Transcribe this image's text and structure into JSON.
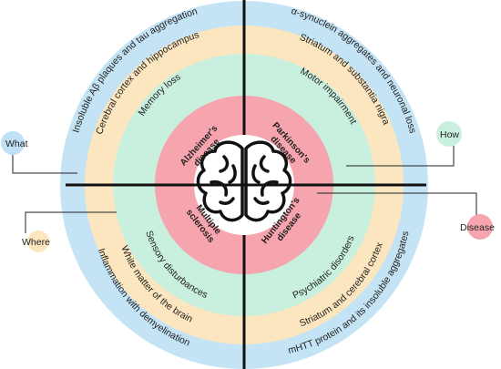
{
  "colors": {
    "outer": "#c4e3f5",
    "ring2": "#fbe6bf",
    "ring3": "#c9f0de",
    "core": "#f6a4ad",
    "center": "#ffffff",
    "divider": "#111111",
    "what_bubble": "#bfe1f6",
    "how_bubble": "#c9f0de",
    "where_bubble": "#fbe6bf",
    "disease_bubble": "#f6a4ad"
  },
  "icons": {
    "center": "brain-icon"
  },
  "side_labels": {
    "what": "What",
    "how": "How",
    "where": "Where",
    "disease": "Disease"
  },
  "quadrants": {
    "alzheimers": {
      "disease": "Alzheimer's disease",
      "what": "Insoluble Aβ plaques and tau aggregation",
      "where": "Cerebral cortex and hippocampus",
      "how": "Memory loss"
    },
    "parkinsons": {
      "disease": "Parkinson's disease",
      "what": "α-synuclein aggregates and neuronal loss",
      "where": "Striatum and substantia nigra",
      "how": "Motor impairment"
    },
    "ms": {
      "disease": "Multiple sclerosis",
      "what": "Inflammation with demyelination",
      "where": "White matter of the brain",
      "how": "Sensory disturbances"
    },
    "huntingtons": {
      "disease": "Huntington's disease",
      "what": "mHTT protein and its insoluble aggregates",
      "where": "Striatum and cerebral cortex",
      "how": "Psychiatric disorders"
    }
  }
}
